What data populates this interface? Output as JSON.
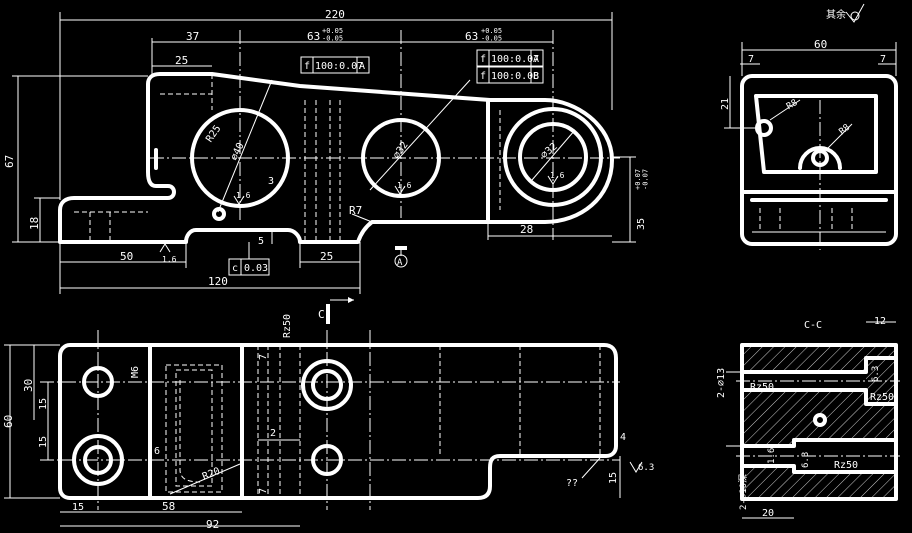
{
  "top_view": {
    "dim_overall": "220",
    "dim_37": "37",
    "dim_63a": "63",
    "tol_63a": "+0.05\n-0.05",
    "dim_63b": "63",
    "tol_63b": "+0.05\n-0.05",
    "dim_25_top": "25",
    "dim_67": "67",
    "dim_18": "18",
    "dim_50": "50",
    "dim_120": "120",
    "dim_25_bottom": "25",
    "dim_28": "28",
    "dim_35": "35",
    "tol_35": "+0.07\n-0.07",
    "dim_5": "5",
    "dim_3": "3",
    "radius_r7": "R7",
    "radius_r25": "R25",
    "dia_40": "⌀40",
    "dia_hole2": "⌀32",
    "dia_hole3": "⌀32",
    "rough_16": "1.6",
    "rough_16b": "1.6",
    "rough_16c": "1.6",
    "rough_16d": "1.6",
    "frame1_sym": "f",
    "frame1_val": "100:0.07",
    "frame1_ref": "A",
    "frame2_sym": "f",
    "frame2_val": "100:0.07",
    "frame2_ref": "A",
    "frame3_sym": "f",
    "frame3_val": "100:0.08",
    "frame3_ref": "B",
    "flat_sym": "c",
    "flat_val": "0.03",
    "datum_a": "A"
  },
  "side_view": {
    "note": "其余",
    "dim_60": "60",
    "dim_7a": "7",
    "dim_7b": "7",
    "dim_21": "21",
    "radius_r8a": "R8",
    "radius_r8b": "R8"
  },
  "front_view": {
    "dim_30": "30",
    "dim_15a": "15",
    "dim_15b": "15",
    "dim_60": "60",
    "dim_15c": "15",
    "dim_58": "58",
    "dim_92": "92",
    "dim_7a": "7",
    "dim_7b": "7",
    "dim_2": "2",
    "dim_6": "6",
    "dim_4": "4",
    "dim_15r": "15",
    "thread": "M6",
    "radius_r20": "R20",
    "rough_rz50": "Rz50",
    "rough_63": "6.3",
    "question": "??",
    "section_mark": "C"
  },
  "section_view": {
    "title": "C-C",
    "dim_12": "12",
    "dim_20": "20",
    "dia_13": "2-⌀13",
    "dia_10": "2-⌀10深",
    "rough_rz50a": "Rz50",
    "rough_rz50b": "Rz50",
    "rough_rz50c": "Rz50",
    "rough_63a": "6.3",
    "rough_63b": "6.3",
    "rough_16": "1.6"
  }
}
